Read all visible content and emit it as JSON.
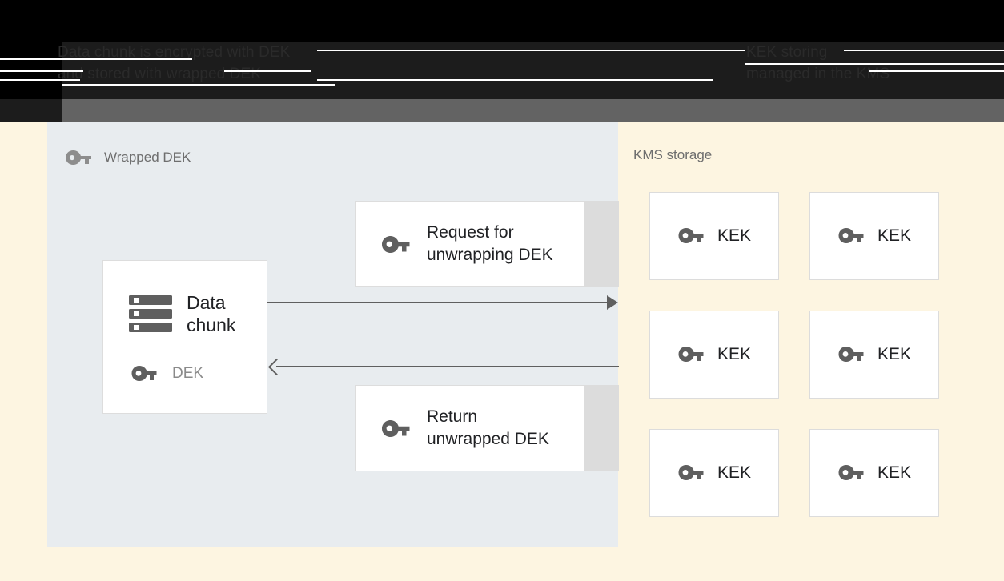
{
  "banner": {
    "left_text": "Data chunk is encrypted with DEK\nand stored with wrapped DEK",
    "right_text": "KEK storing\nmanaged in the KMS"
  },
  "panels": {
    "left": {
      "title": "Wrapped DEK",
      "icon": "key-icon",
      "background": "#e8ecef"
    },
    "right": {
      "title": "KMS storage",
      "background": "#fdf5e1"
    }
  },
  "data_card": {
    "icon": "storage-icon",
    "title": "Data\nchunk",
    "key_icon": "key-icon",
    "key_label": "DEK"
  },
  "messages": [
    {
      "icon": "key-icon",
      "label": "Request for\nunwrapping DEK"
    },
    {
      "icon": "key-icon",
      "label": "Return\nunwrapped DEK"
    }
  ],
  "arrows": [
    {
      "name": "request-arrow",
      "direction": "right"
    },
    {
      "name": "return-arrow",
      "direction": "left"
    }
  ],
  "kek_boxes": [
    {
      "icon": "key-icon",
      "label": "KEK"
    },
    {
      "icon": "key-icon",
      "label": "KEK"
    },
    {
      "icon": "key-icon",
      "label": "KEK"
    },
    {
      "icon": "key-icon",
      "label": "KEK"
    },
    {
      "icon": "key-icon",
      "label": "KEK"
    },
    {
      "icon": "key-icon",
      "label": "KEK"
    }
  ],
  "colors": {
    "panel_blue_grey": "#e8ecef",
    "panel_cream": "#fdf5e1",
    "icon_grey": "#5f5f5f",
    "text_dark": "#202124",
    "text_muted": "#8a8a8a",
    "band_grey": "#636363"
  }
}
